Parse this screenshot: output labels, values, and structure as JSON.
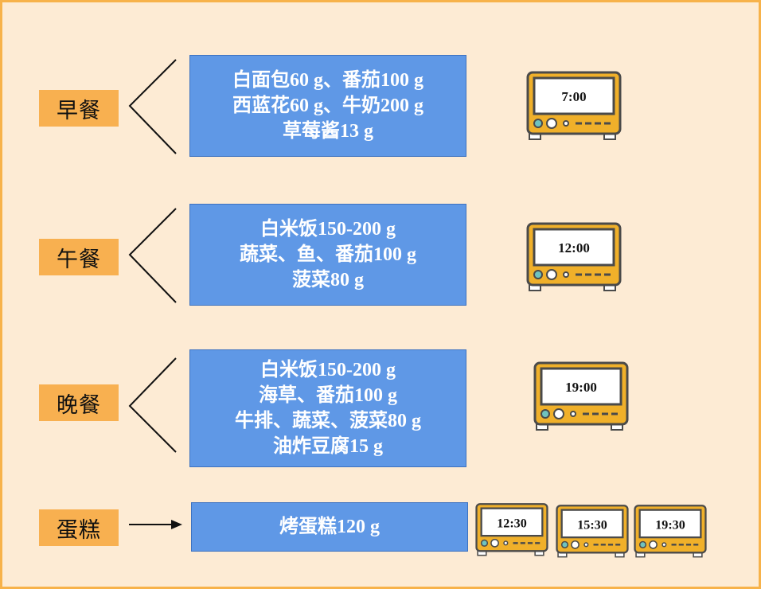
{
  "meals": [
    {
      "label": "早餐",
      "lines": [
        "白面包60 g、番茄100 g",
        "西蓝花60 g、牛奶200 g",
        "草莓酱13 g"
      ],
      "times": [
        "7:00"
      ]
    },
    {
      "label": "午餐",
      "lines": [
        "白米饭150-200 g",
        "蔬菜、鱼、番茄100 g",
        "菠菜80 g"
      ],
      "times": [
        "12:00"
      ]
    },
    {
      "label": "晚餐",
      "lines": [
        "白米饭150-200 g",
        "海草、番茄100 g",
        "牛排、蔬菜、菠菜80 g",
        "油炸豆腐15 g"
      ],
      "times": [
        "19:00"
      ]
    },
    {
      "label": "蛋糕",
      "lines": [
        "烤蛋糕120 g"
      ],
      "times": [
        "12:30",
        "15:30",
        "19:30"
      ]
    }
  ],
  "colors": {
    "background": "#fdebd4",
    "label": "#f8b050",
    "box": "#5f98e6",
    "oven_body": "#f0b02a",
    "oven_outline": "#4a4a4a"
  }
}
